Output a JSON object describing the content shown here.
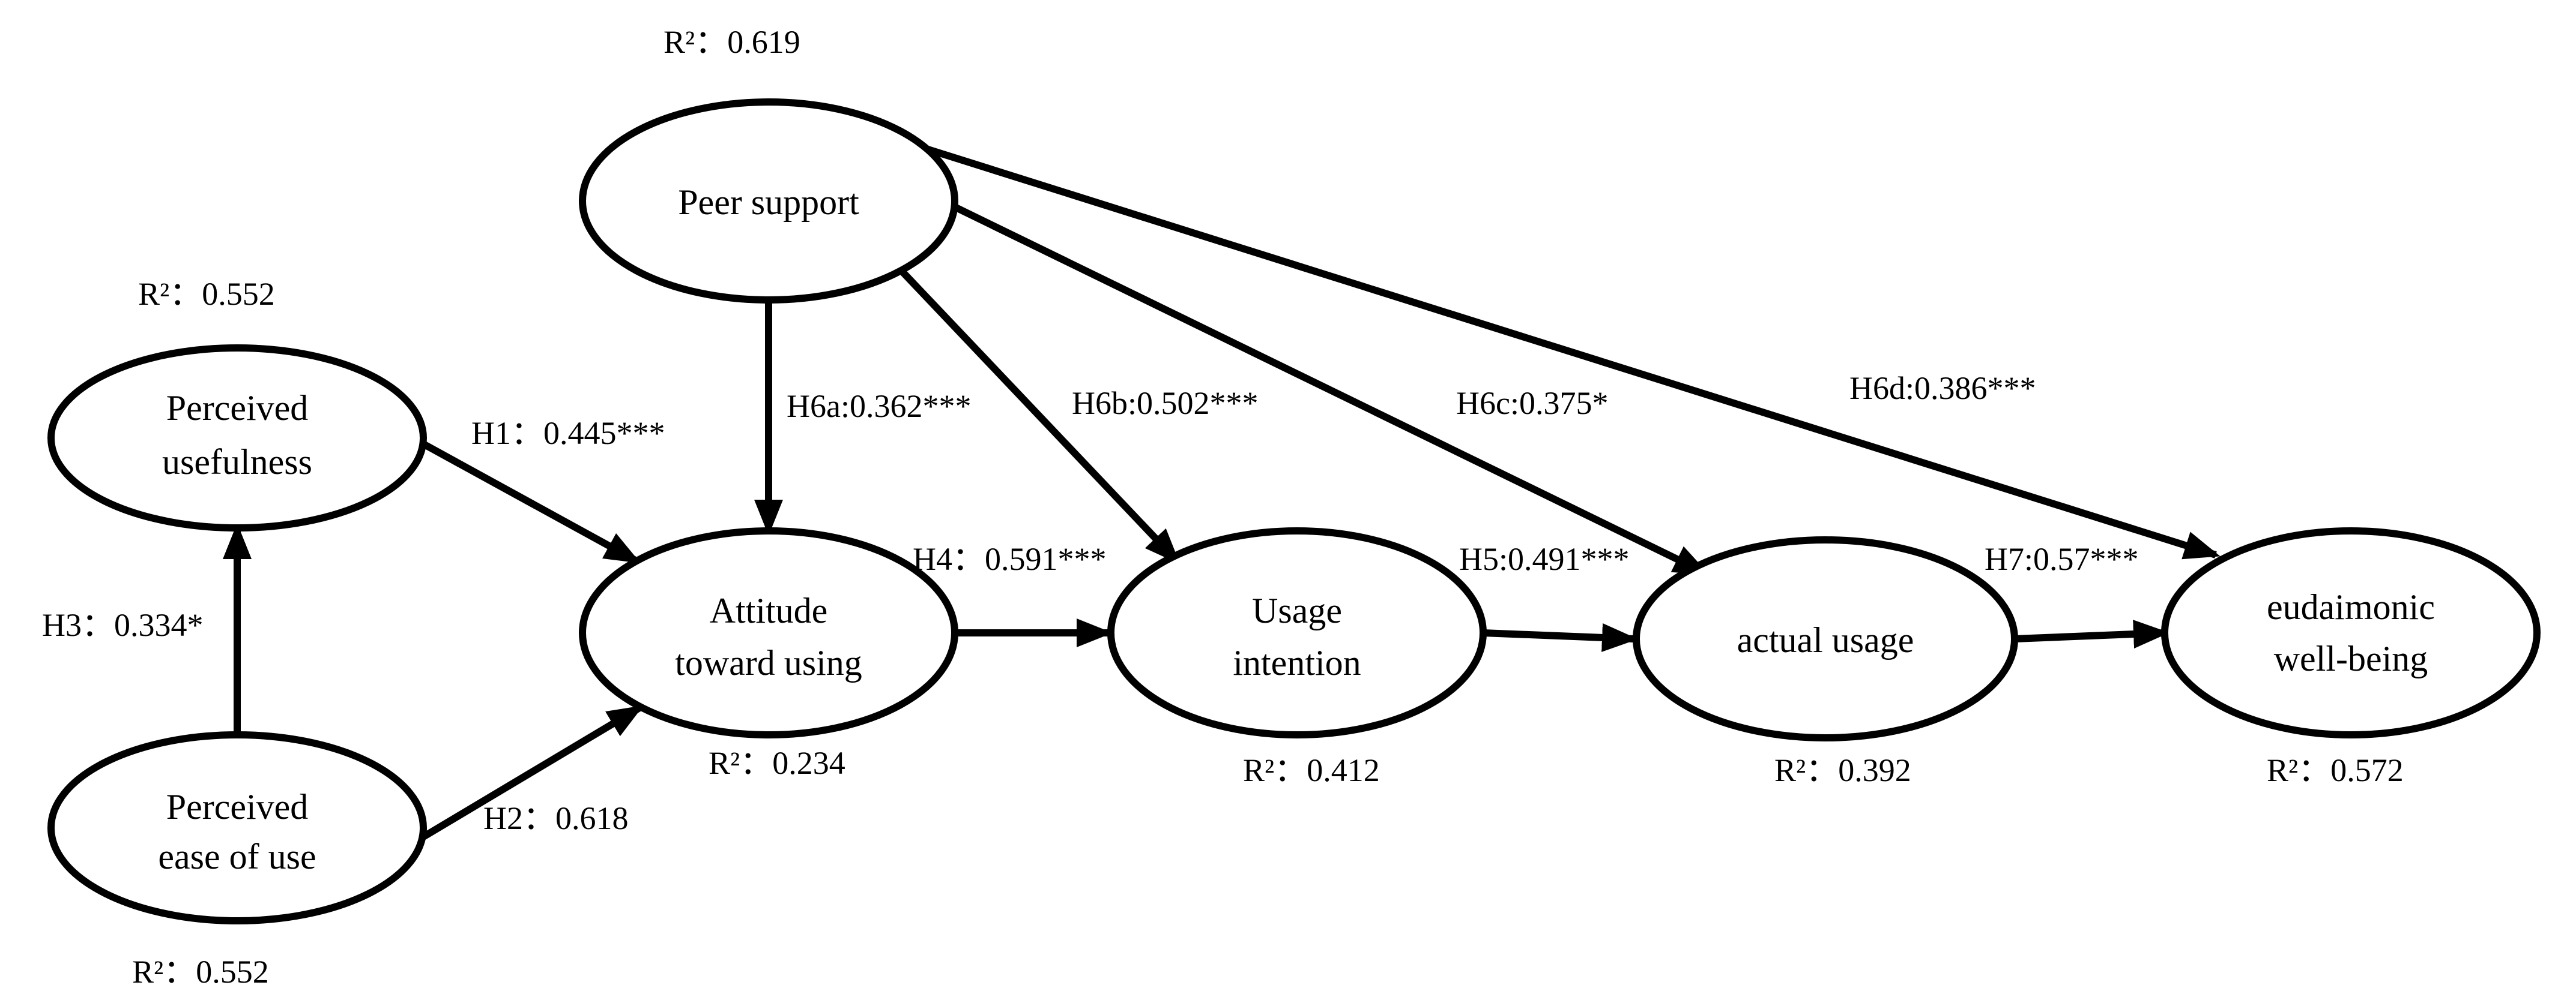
{
  "nodes": {
    "peer_support": {
      "label_lines": [
        "Peer support"
      ],
      "r2": "R²：0.619"
    },
    "perceived_usefulness": {
      "label_lines": [
        "Perceived",
        "usefulness"
      ],
      "r2": "R²：0.552"
    },
    "perceived_ease_of_use": {
      "label_lines": [
        "Perceived",
        "ease of use"
      ],
      "r2": "R²：0.552"
    },
    "attitude_toward_using": {
      "label_lines": [
        "Attitude",
        "toward using"
      ],
      "r2": "R²：0.234"
    },
    "usage_intention": {
      "label_lines": [
        "Usage",
        "intention"
      ],
      "r2": "R²：0.412"
    },
    "actual_usage": {
      "label_lines": [
        "actual usage"
      ],
      "r2": "R²：0.392"
    },
    "eudaimonic_well_being": {
      "label_lines": [
        "eudaimonic",
        "well-being"
      ],
      "r2": "R²：0.572"
    }
  },
  "paths": {
    "h1": {
      "from": "perceived_usefulness",
      "to": "attitude_toward_using",
      "label": "H1：0.445***"
    },
    "h2": {
      "from": "perceived_ease_of_use",
      "to": "attitude_toward_using",
      "label": "H2：0.618"
    },
    "h3": {
      "from": "perceived_ease_of_use",
      "to": "perceived_usefulness",
      "label": "H3：0.334*"
    },
    "h4": {
      "from": "attitude_toward_using",
      "to": "usage_intention",
      "label": "H4：0.591***"
    },
    "h5": {
      "from": "usage_intention",
      "to": "actual_usage",
      "label": "H5:0.491***"
    },
    "h6a": {
      "from": "peer_support",
      "to": "attitude_toward_using",
      "label": "H6a:0.362***"
    },
    "h6b": {
      "from": "peer_support",
      "to": "usage_intention",
      "label": "H6b:0.502***"
    },
    "h6c": {
      "from": "peer_support",
      "to": "actual_usage",
      "label": "H6c:0.375*"
    },
    "h6d": {
      "from": "peer_support",
      "to": "eudaimonic_well_being",
      "label": "H6d:0.386***"
    },
    "h7": {
      "from": "actual_usage",
      "to": "eudaimonic_well_being",
      "label": "H7:0.57***"
    }
  }
}
